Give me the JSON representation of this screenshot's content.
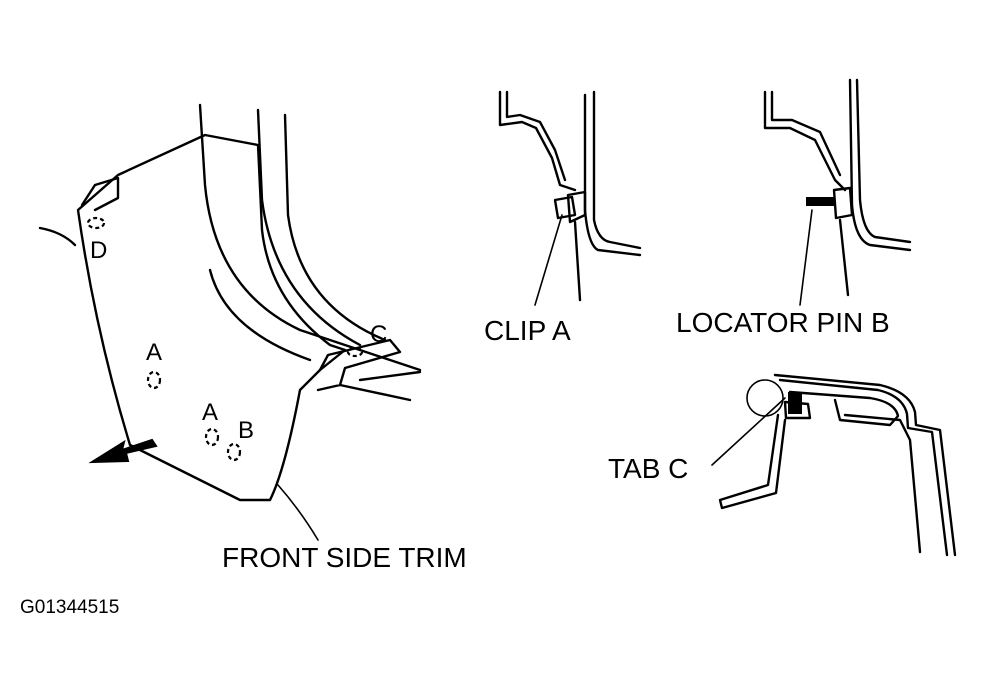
{
  "labels": {
    "front_side_trim": "FRONT SIDE TRIM",
    "clip_a": "CLIP A",
    "locator_pin_b": "LOCATOR PIN B",
    "tab_c": "TAB C",
    "figure_code": "G01344515",
    "point_a_upper": "A",
    "point_a_lower": "A",
    "point_b": "B",
    "point_c": "C",
    "point_d": "D"
  }
}
